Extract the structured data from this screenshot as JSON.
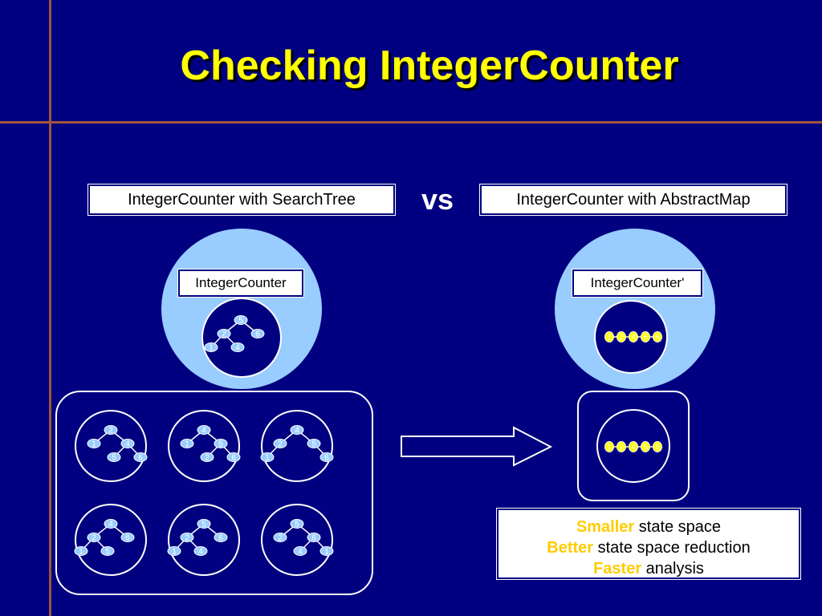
{
  "title": "Checking IntegerCounter",
  "left_label": "IntegerCounter with SearchTree",
  "vs": "vs",
  "right_label": "IntegerCounter with AbstractMap",
  "left_inner_label": "IntegerCounter",
  "right_inner_label": "IntegerCounter'",
  "summary": {
    "line1_highlight": "Smaller",
    "line1_rest": " state space",
    "line2_highlight": "Better",
    "line2_rest": " state space reduction",
    "line3_highlight": "Faster",
    "line3_rest": " analysis"
  },
  "colors": {
    "background": "#000080",
    "title": "#ffff00",
    "light_blue": "#99ccff",
    "node": "#99ccff",
    "map_node": "#ffff00",
    "highlight": "#ffcc00"
  },
  "main_tree": {
    "root": "5",
    "l": "2",
    "r": "6",
    "ll": "1",
    "lr": "4"
  },
  "sequence": [
    "1",
    "2",
    "4",
    "5",
    "6"
  ],
  "trees": [
    {
      "root": "2",
      "l": "1",
      "r": "4",
      "rl": "5",
      "rr": "6"
    },
    {
      "root": "4",
      "l": "1",
      "r": "5",
      "rl": "2",
      "rr": "6"
    },
    {
      "root": "4",
      "l": "2",
      "r": "5",
      "ll": "1",
      "rr": "6"
    },
    {
      "root": "4",
      "l": "2",
      "r": "6",
      "ll": "1",
      "lr": "5"
    },
    {
      "root": "5",
      "l": "2",
      "r": "6",
      "ll": "1",
      "lr": "4"
    },
    {
      "root": "5",
      "l": "2",
      "r": "6",
      "rl": "4",
      "rr": "1"
    }
  ]
}
